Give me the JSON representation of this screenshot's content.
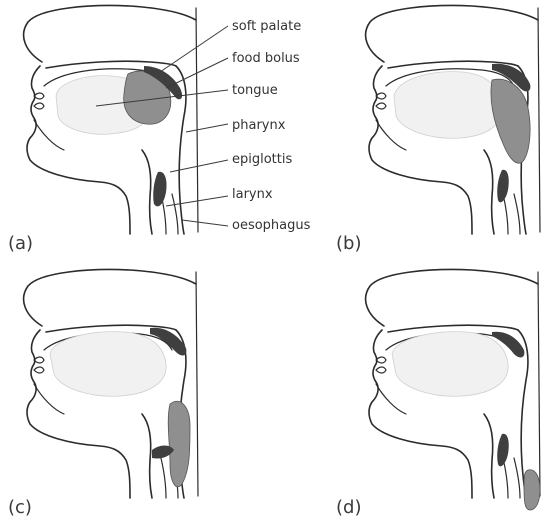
{
  "colors": {
    "dark_structure": "#3f3f3f",
    "food_bolus": "#8f8f8f",
    "tongue_light": "#f1f1f1",
    "outline": "#2b2b2b"
  },
  "labels": {
    "soft_palate": "soft palate",
    "food_bolus": "food bolus",
    "tongue": "tongue",
    "pharynx": "pharynx",
    "epiglottis": "epiglottis",
    "larynx": "larynx",
    "oesophagus": "oesophagus"
  },
  "panels": [
    {
      "label": "(a)"
    },
    {
      "label": "(b)"
    },
    {
      "label": "(c)"
    },
    {
      "label": "(d)"
    }
  ]
}
